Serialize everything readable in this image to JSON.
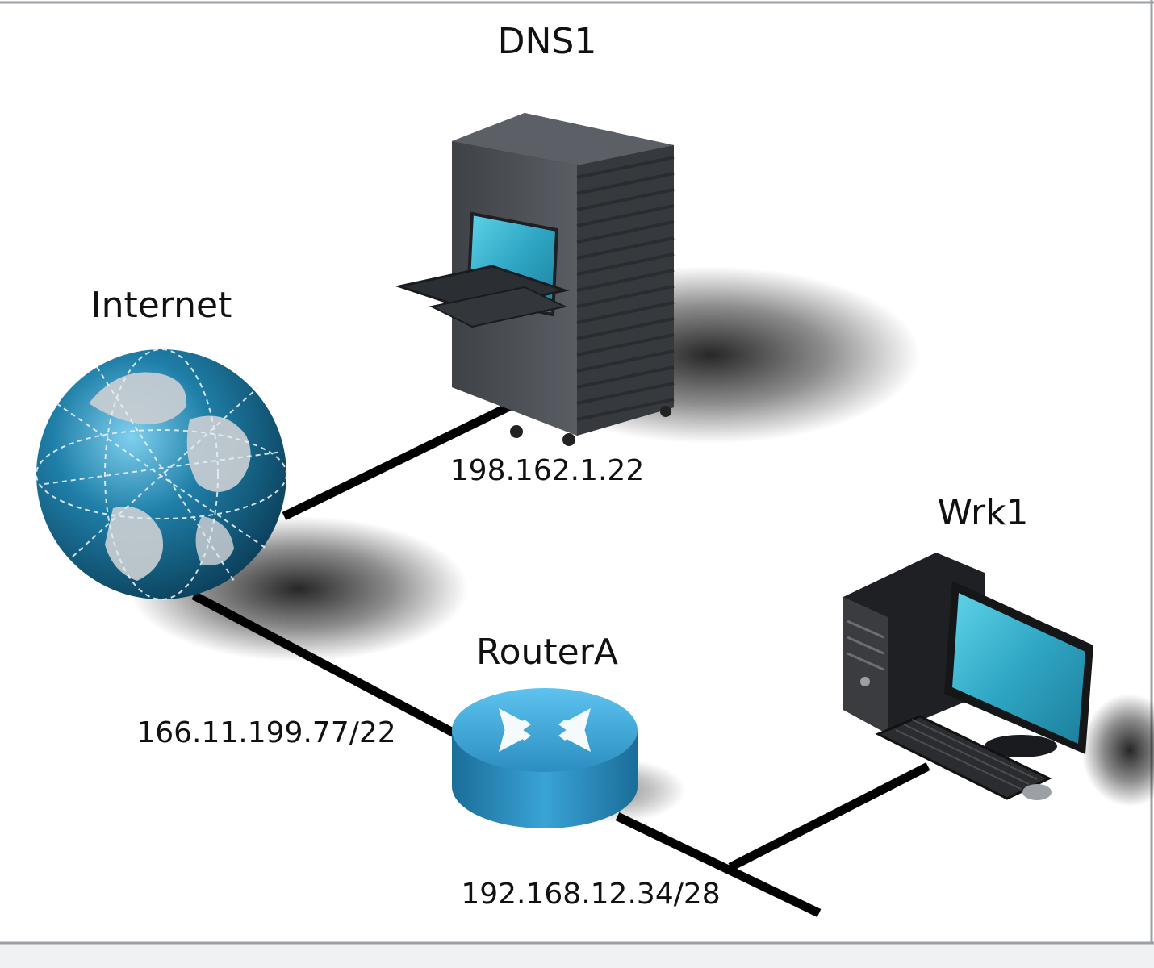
{
  "nodes": {
    "dns": {
      "name": "DNS1",
      "ip": "198.162.1.22"
    },
    "internet": {
      "name": "Internet",
      "ip": "166.11.199.77/22"
    },
    "router": {
      "name": "RouterA",
      "ip": "192.168.12.34/28"
    },
    "workstation": {
      "name": "Wrk1"
    }
  },
  "colors": {
    "link": "#000000",
    "globe_blue": "#1f7fa8",
    "router_blue": "#2b8ec0",
    "screen_cyan": "#3fb6cf",
    "rack_gray": "#4a4d52"
  }
}
